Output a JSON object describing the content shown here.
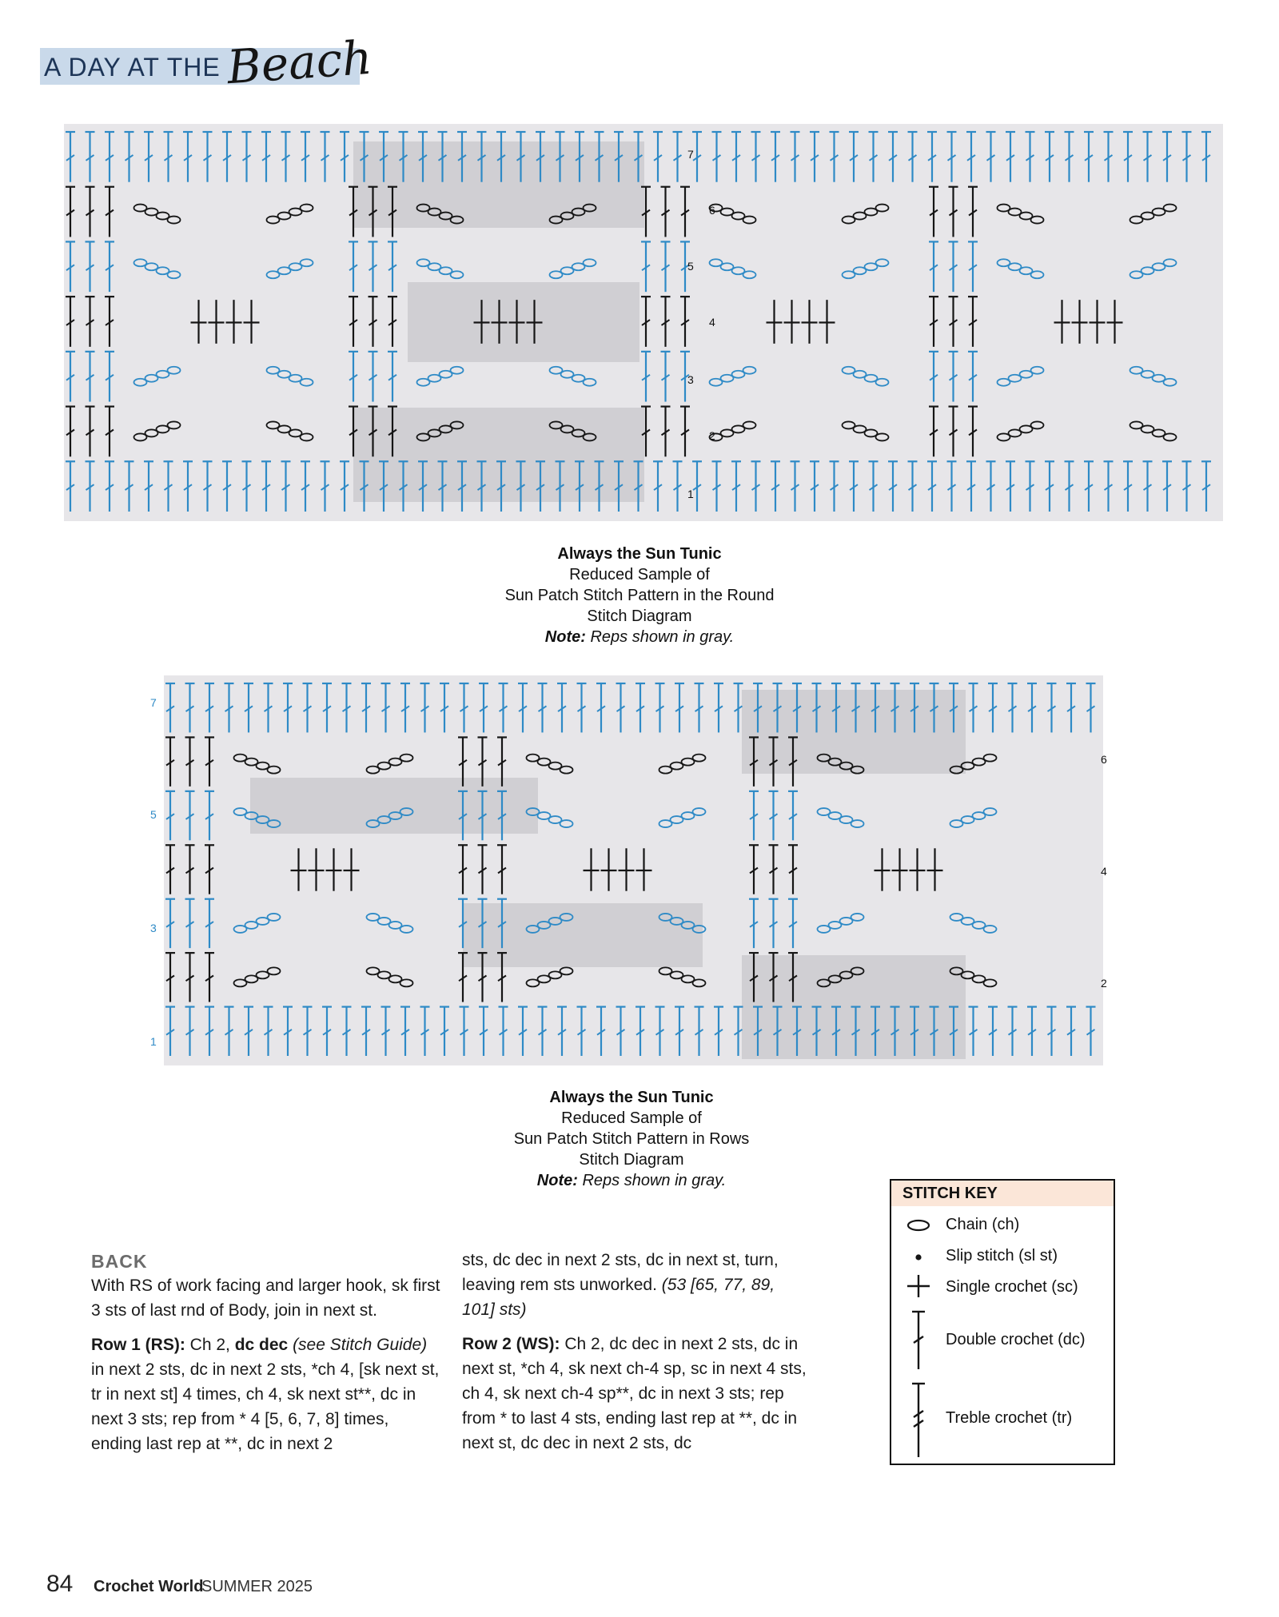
{
  "header": {
    "banner_main": "A DAY AT THE",
    "banner_script": "Beach"
  },
  "colors": {
    "blue": "#2e8ac6",
    "black": "#151515",
    "panel": "#e7e6e9",
    "rep_gray": "#c8c7cb",
    "key_head": "#fbe6d8"
  },
  "diagram_round": {
    "row_numbers": [
      "7",
      "6",
      "5",
      "4",
      "3",
      "2",
      "1"
    ],
    "caption_title": "Always the Sun Tunic",
    "caption_line2": "Reduced Sample of",
    "caption_line3": "Sun Patch Stitch Pattern in the Round",
    "caption_line4": "Stitch Diagram",
    "caption_note_label": "Note:",
    "caption_note_text": "Reps shown in gray."
  },
  "diagram_rows": {
    "row_numbers_left": [
      "7",
      "5",
      "3",
      "1"
    ],
    "row_numbers_right": [
      "6",
      "4",
      "2"
    ],
    "caption_title": "Always the Sun Tunic",
    "caption_line2": "Reduced Sample of",
    "caption_line3": "Sun Patch Stitch Pattern in Rows",
    "caption_line4": "Stitch Diagram",
    "caption_note_label": "Note:",
    "caption_note_text": "Reps shown in gray."
  },
  "stitch_key": {
    "title": "STITCH KEY",
    "items": [
      {
        "label": "Chain (ch)",
        "icon": "chain-icon"
      },
      {
        "label": "Slip stitch (sl st)",
        "icon": "slip-stitch-icon"
      },
      {
        "label": "Single crochet (sc)",
        "icon": "single-crochet-icon"
      },
      {
        "label": "Double crochet (dc)",
        "icon": "double-crochet-icon"
      },
      {
        "label": "Treble crochet (tr)",
        "icon": "treble-crochet-icon"
      }
    ]
  },
  "text": {
    "section_heading": "BACK",
    "intro": "With RS of work facing and larger hook, sk first 3 sts of last rnd of Body, join in next st.",
    "row1_label": "Row 1 (RS):",
    "row1_a": " Ch 2, ",
    "row1_bold": "dc dec",
    "row1_italic": " (see Stitch Guide)",
    "row1_b": " in next 2 sts, dc in next 2 sts, *ch 4, [sk next st, tr in next st] 4 times, ch 4, sk next st**, dc in next 3 sts; rep from * 4 [5, 6, 7, 8] times, ending last rep at **, dc in next 2",
    "col2_a": "sts, dc dec in next 2 sts, dc in next st, turn, leaving rem sts unworked.",
    "col2_counts": " (53 [65, 77, 89, 101] sts)",
    "row2_label": "Row 2 (WS):",
    "row2_text": " Ch 2, dc dec in next 2 sts, dc in next st, *ch 4, sk next ch-4 sp, sc in next 4 sts, ch 4, sk next ch-4 sp**, dc in next 3 sts; rep from * to last 4 sts, ending last rep at **, dc in next st, dc dec in next 2 sts, dc"
  },
  "footer": {
    "page_number": "84",
    "magazine": "Crochet World",
    "issue": "SUMMER 2025"
  }
}
